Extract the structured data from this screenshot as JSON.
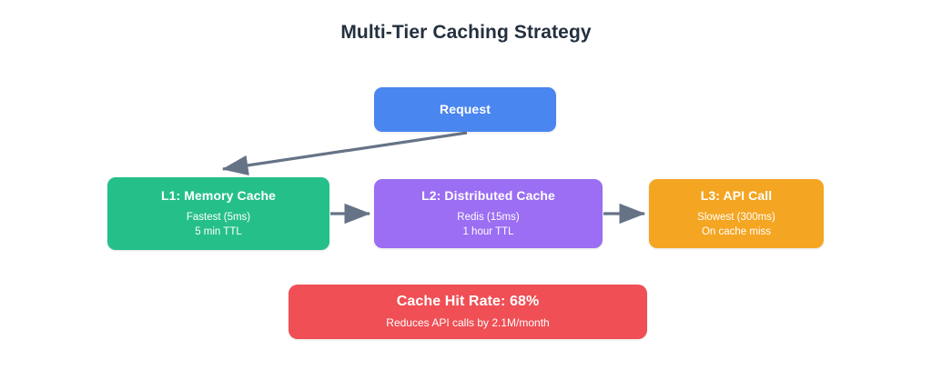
{
  "page": {
    "title": "Multi-Tier Caching Strategy",
    "background": "#ffffff"
  },
  "colors": {
    "title_text": "#24303f",
    "request": "#4a86ef",
    "l1": "#25c08a",
    "l2": "#9b6ef3",
    "l3": "#f4a522",
    "hitrate": "#ef4f55",
    "arrow": "#667387"
  },
  "nodes": {
    "request": {
      "label": "Request"
    },
    "l1": {
      "label": "L1: Memory Cache",
      "line1": "Fastest (5ms)",
      "line2": "5 min TTL"
    },
    "l2": {
      "label": "L2: Distributed Cache",
      "line1": "Redis (15ms)",
      "line2": "1 hour TTL"
    },
    "l3": {
      "label": "L3: API Call",
      "line1": "Slowest (300ms)",
      "line2": "On cache miss"
    },
    "hitrate": {
      "label": "Cache Hit Rate: 68%",
      "line1": "Reduces API calls by 2.1M/month"
    }
  },
  "edges": [
    {
      "name": "request-to-l1",
      "from": "request",
      "to": "l1"
    },
    {
      "name": "l1-to-l2",
      "from": "l1",
      "to": "l2"
    },
    {
      "name": "l2-to-l3",
      "from": "l2",
      "to": "l3"
    }
  ]
}
